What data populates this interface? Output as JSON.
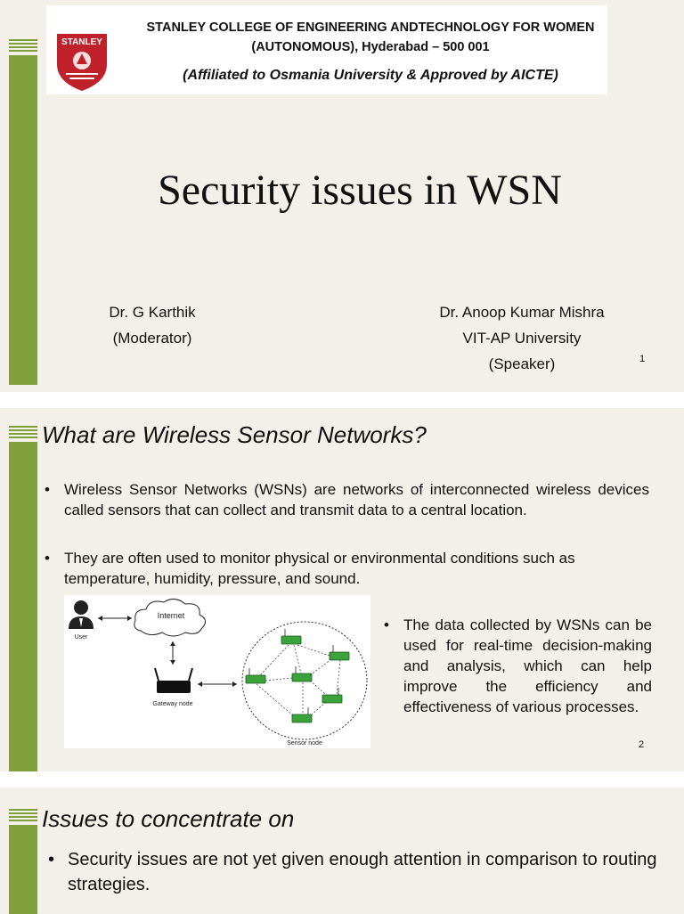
{
  "slide1": {
    "college_line1": "STANLEY COLLEGE OF ENGINEERING ANDTECHNOLOGY FOR WOMEN",
    "college_line2": "(AUTONOMOUS), Hyderabad – 500 001",
    "affiliation": "(Affiliated to Osmania University & Approved by AICTE)",
    "logo_text": "STANLEY",
    "title": "Security issues in WSN",
    "moderator": {
      "name": "Dr. G Karthik",
      "role": "(Moderator)"
    },
    "speaker": {
      "name": "Dr. Anoop Kumar Mishra",
      "affiliation": "VIT-AP University",
      "role": "(Speaker)"
    },
    "page_number": "1"
  },
  "slide2": {
    "heading": "What are Wireless Sensor Networks?",
    "bullets": [
      "Wireless Sensor Networks (WSNs) are networks of interconnected wireless devices called sensors that can collect and transmit data to a central location.",
      "They are often used to monitor physical or environmental conditions such as temperature, humidity, pressure, and sound.",
      "The data collected by WSNs can be used for real-time decision-making and analysis, which can help improve the efficiency and effectiveness of various processes."
    ],
    "diagram": {
      "internet": "Internet",
      "user": "User",
      "gateway": "Gateway node",
      "sensor": "Sensor node"
    },
    "page_number": "2"
  },
  "slide3": {
    "heading": "Issues to concentrate on",
    "bullets": [
      "Security issues are not yet given enough attention in comparison to routing strategies."
    ]
  },
  "colors": {
    "accent_green": "#7f9f3a",
    "logo_red": "#c0202a",
    "sensor_green": "#3aa33a"
  }
}
